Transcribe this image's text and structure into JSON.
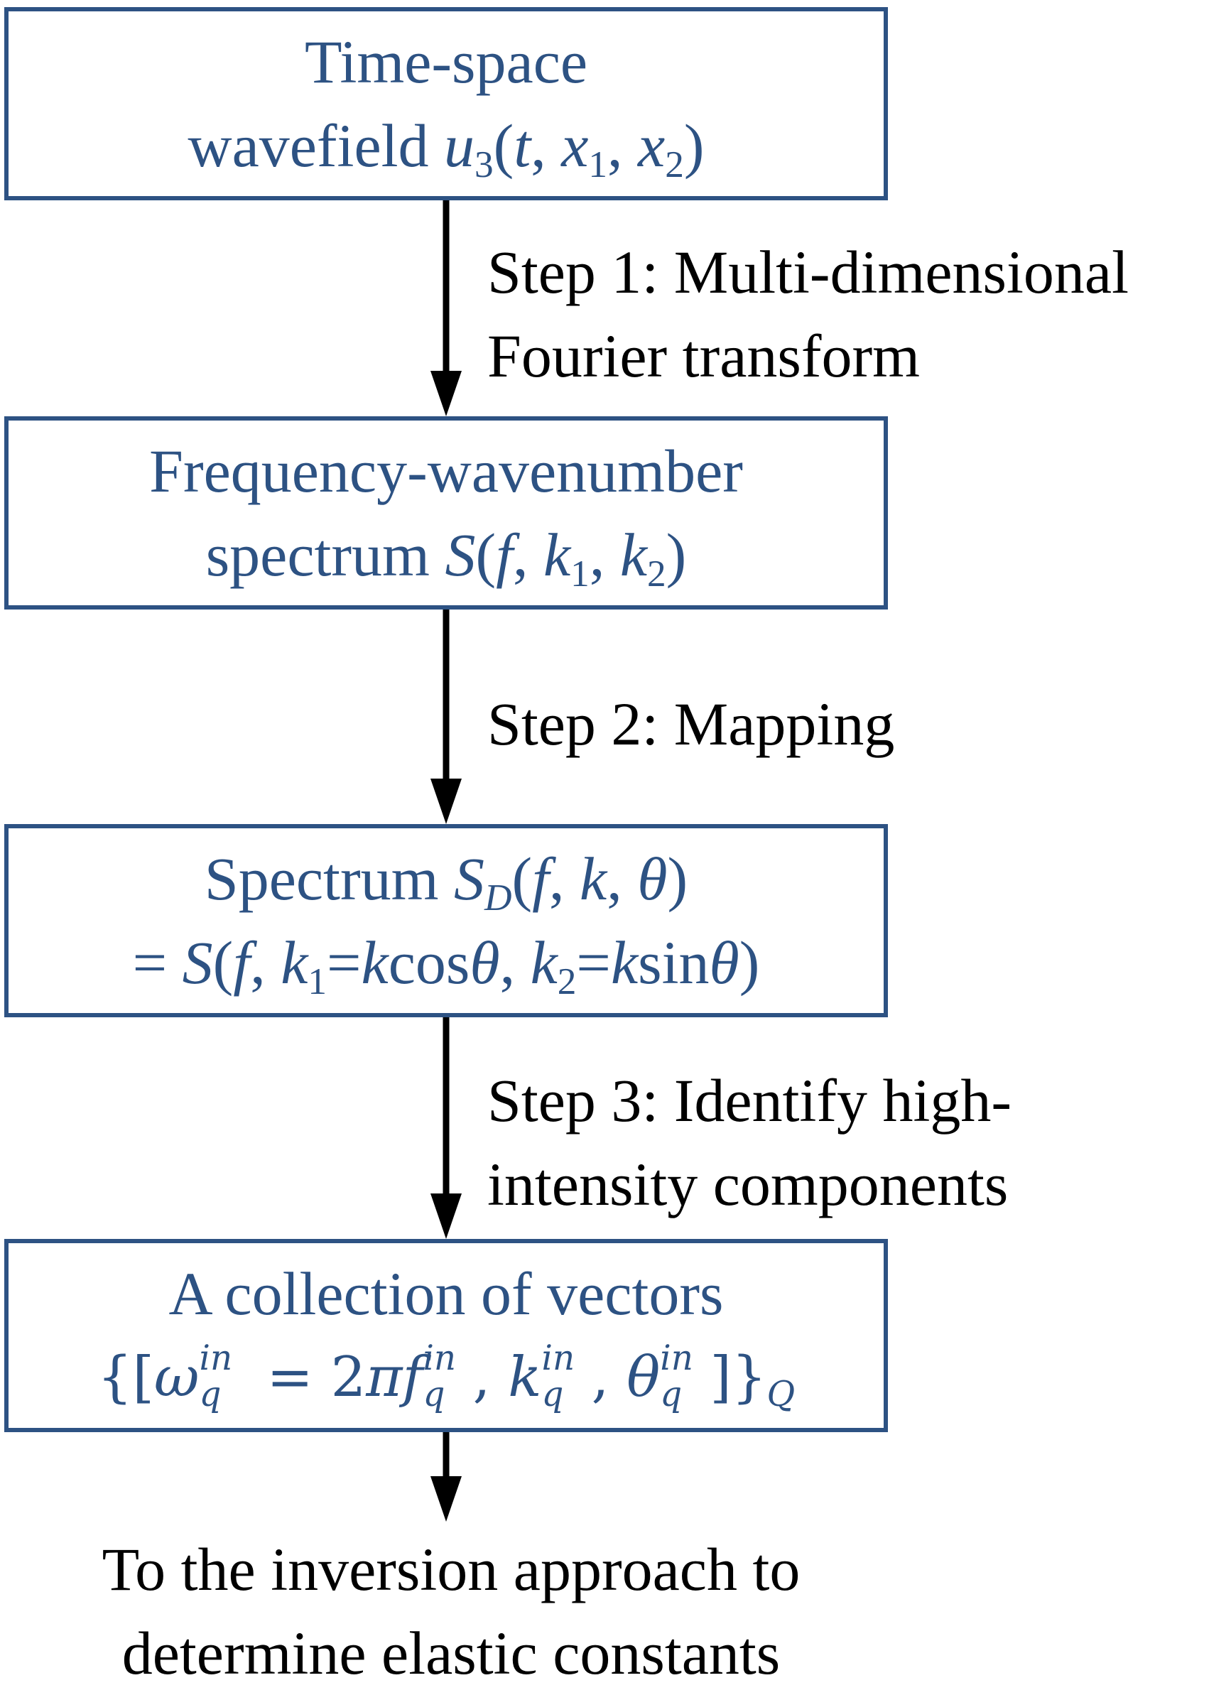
{
  "colors": {
    "box_border": "#2d5283",
    "box_text": "#2d5283",
    "arrow": "#000000",
    "step_text": "#000000"
  },
  "boxes": [
    {
      "line1": "Time-space",
      "line2_text": "wavefield ",
      "line2_math": "u3(t, x1, x2)"
    },
    {
      "line1": "Frequency-wavenumber",
      "line2_text": "spectrum ",
      "line2_math": "S(f, k1, k2)"
    },
    {
      "line1_text": "Spectrum ",
      "line1_math": "SD(f, k, θ)",
      "line2_math": "= S(f, k1=kcosθ, k2=ksinθ)"
    },
    {
      "line1": "A collection of vectors",
      "line2_math": "{[ωq^in = 2πfq^in, kq^in, θq^in]}Q"
    }
  ],
  "steps": [
    {
      "line1": "Step 1: Multi-dimensional",
      "line2": "Fourier transform"
    },
    {
      "line1": "Step 2: Mapping"
    },
    {
      "line1": "Step 3: Identify high-",
      "line2": "intensity components"
    }
  ],
  "final": {
    "line1": "To the inversion approach to",
    "line2": "determine elastic constants"
  }
}
